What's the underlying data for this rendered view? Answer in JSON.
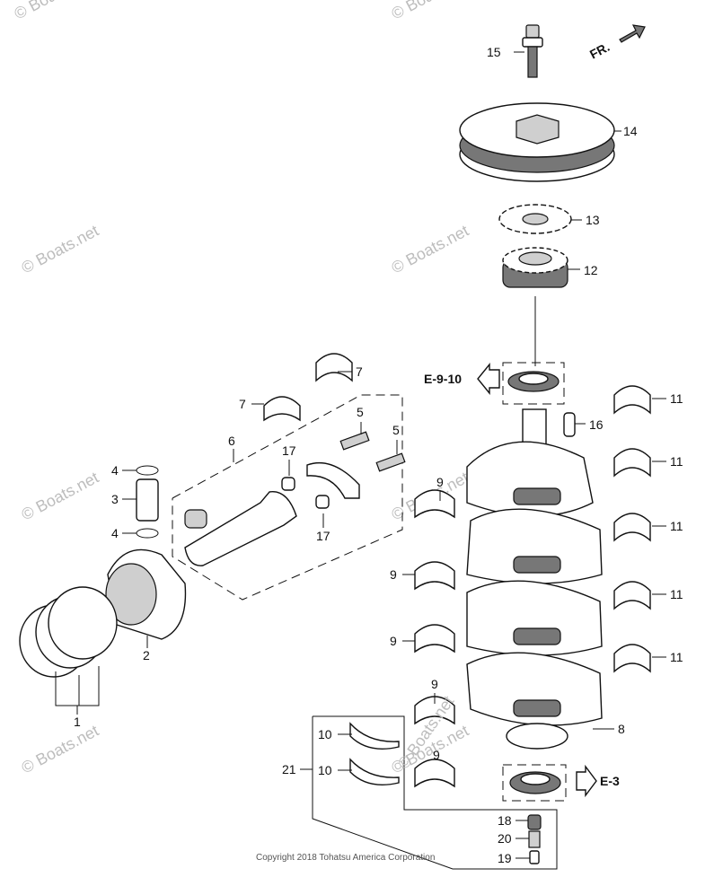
{
  "watermark": "© Boats.net",
  "copyright": "Copyright 2018 Tohatsu America Corporation",
  "direction_label": "FR.",
  "references": {
    "upper": "E-9-10",
    "lower": "E-3"
  },
  "callouts": {
    "p1": "1",
    "p2": "2",
    "p3": "3",
    "p4a": "4",
    "p4b": "4",
    "p5a": "5",
    "p5b": "5",
    "p6": "6",
    "p7a": "7",
    "p7b": "7",
    "p8": "8",
    "p9a": "9",
    "p9b": "9",
    "p9c": "9",
    "p9d": "9",
    "p9e": "9",
    "p10a": "10",
    "p10b": "10",
    "p11a": "11",
    "p11b": "11",
    "p11c": "11",
    "p11d": "11",
    "p11e": "11",
    "p12": "12",
    "p13": "13",
    "p14": "14",
    "p15": "15",
    "p16": "16",
    "p17a": "17",
    "p17b": "17",
    "p18": "18",
    "p19": "19",
    "p20": "20",
    "p21": "21"
  }
}
